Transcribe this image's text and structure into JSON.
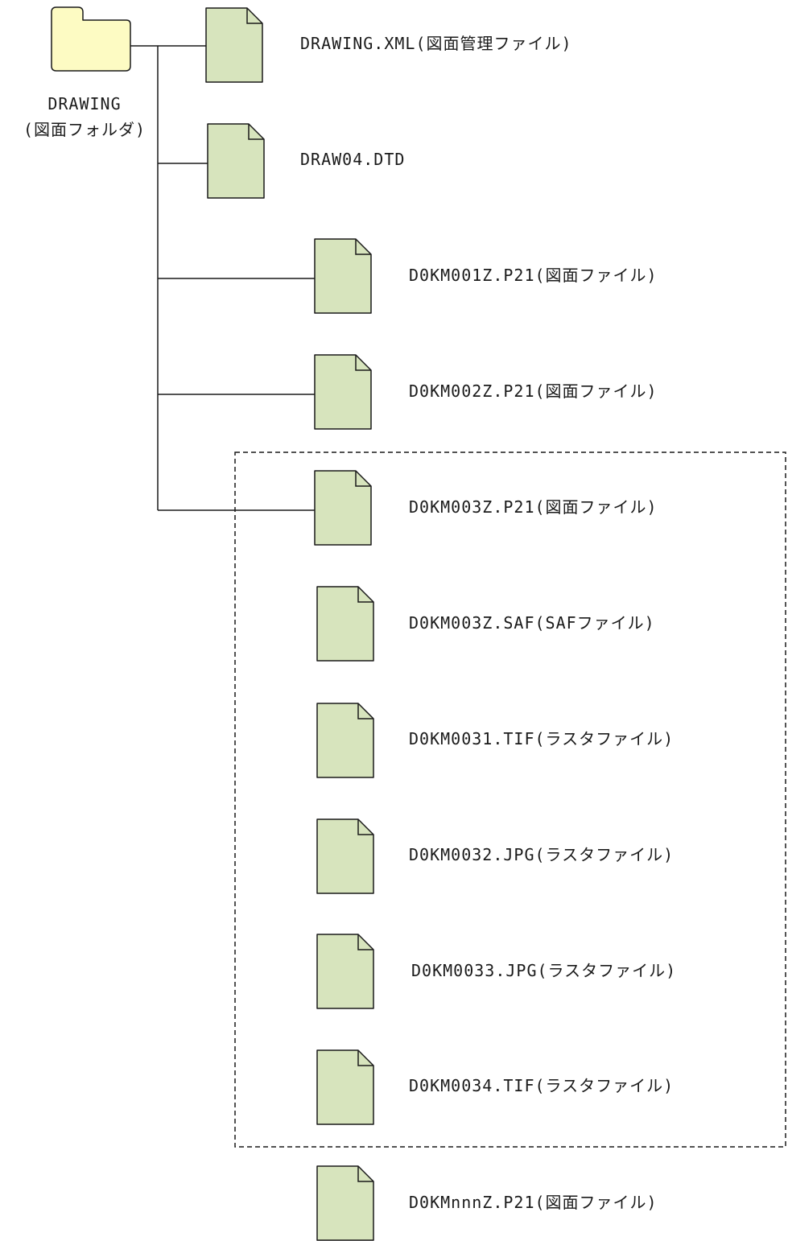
{
  "colors": {
    "folder_fill": "#fdfbc3",
    "file_fill": "#d7e4bd",
    "stroke": "#1a1a1a"
  },
  "folder": {
    "icon": "folder-icon",
    "name": "DRAWING",
    "description": "(図面フォルダ)"
  },
  "files": [
    {
      "icon": "file-icon",
      "label": "DRAWING.XML(図面管理ファイル)",
      "connected": true,
      "grouped": false
    },
    {
      "icon": "file-icon",
      "label": "DRAW04.DTD",
      "connected": true,
      "grouped": false
    },
    {
      "icon": "file-icon",
      "label": "D0KM001Z.P21(図面ファイル)",
      "connected": true,
      "grouped": false
    },
    {
      "icon": "file-icon",
      "label": "D0KM002Z.P21(図面ファイル)",
      "connected": true,
      "grouped": false
    },
    {
      "icon": "file-icon",
      "label": "D0KM003Z.P21(図面ファイル)",
      "connected": true,
      "grouped": true
    },
    {
      "icon": "file-icon",
      "label": "D0KM003Z.SAF(SAFファイル)",
      "connected": false,
      "grouped": true
    },
    {
      "icon": "file-icon",
      "label": "D0KM0031.TIF(ラスタファイル)",
      "connected": false,
      "grouped": true
    },
    {
      "icon": "file-icon",
      "label": "D0KM0032.JPG(ラスタファイル)",
      "connected": false,
      "grouped": true
    },
    {
      "icon": "file-icon",
      "label": "D0KM0033.JPG(ラスタファイル)",
      "connected": false,
      "grouped": true
    },
    {
      "icon": "file-icon",
      "label": "D0KM0034.TIF(ラスタファイル)",
      "connected": false,
      "grouped": true
    },
    {
      "icon": "file-icon",
      "label": "D0KMnnnZ.P21(図面ファイル)",
      "connected": false,
      "grouped": false
    }
  ]
}
